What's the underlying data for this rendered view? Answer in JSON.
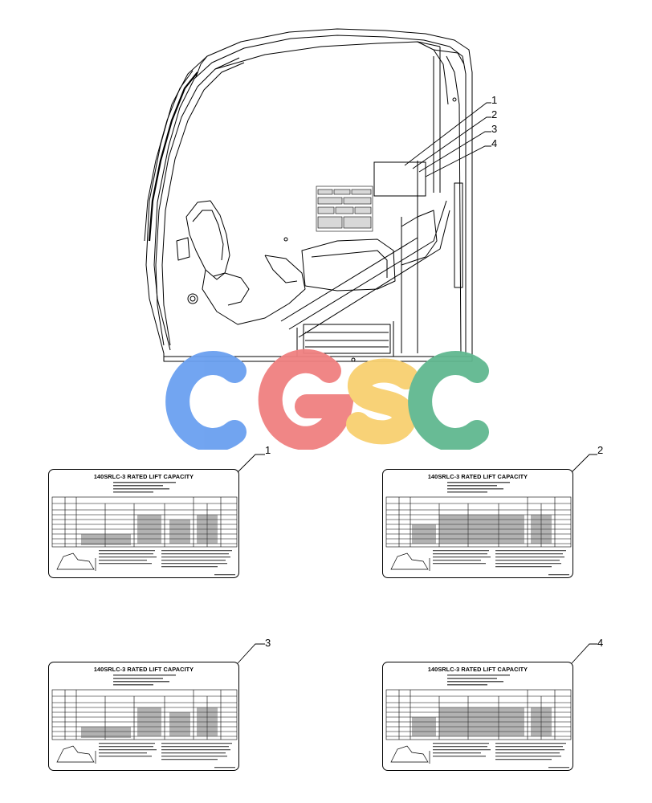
{
  "callouts": [
    "1",
    "2",
    "3",
    "4"
  ],
  "decals": [
    {
      "number": "1",
      "title": "140SRLC-3 RATED LIFT CAPACITY"
    },
    {
      "number": "2",
      "title": "140SRLC-3 RATED LIFT CAPACITY"
    },
    {
      "number": "3",
      "title": "140SRLC-3 RATED LIFT CAPACITY"
    },
    {
      "number": "4",
      "title": "140SRLC-3 RATED LIFT CAPACITY"
    }
  ],
  "watermark": {
    "text": "CGSC",
    "colors": [
      "#6aa0f0",
      "#f08080",
      "#f8d070",
      "#60b890"
    ]
  }
}
